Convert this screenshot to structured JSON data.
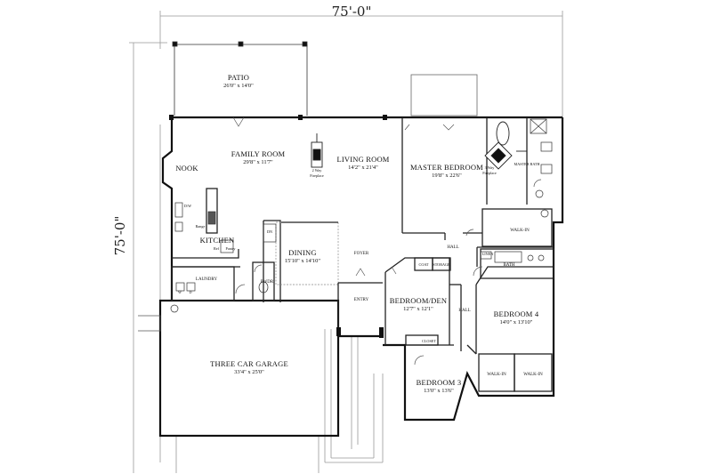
{
  "overall": {
    "width_label": "75'-0\"",
    "depth_label": "75'-0\""
  },
  "rooms": {
    "patio": {
      "name": "PATIO",
      "size": "26'0\" x 14'0\""
    },
    "family_room": {
      "name": "FAMILY ROOM",
      "size": "29'8\" x 11'7\""
    },
    "living_room": {
      "name": "LIVING ROOM",
      "size": "14'2\" x 21'4\""
    },
    "master_bedroom": {
      "name": "MASTER BEDROOM",
      "size": "19'8\" x 22'6\""
    },
    "nook": {
      "name": "NOOK"
    },
    "kitchen": {
      "name": "KITCHEN"
    },
    "dining": {
      "name": "DINING",
      "size": "15'10\" x 14'10\""
    },
    "foyer": {
      "name": "FOYER"
    },
    "entry": {
      "name": "ENTRY"
    },
    "laundry": {
      "name": "LAUNDRY"
    },
    "pwdr": {
      "name": "PWDR"
    },
    "garage": {
      "name": "THREE CAR GARAGE",
      "size": "33'4\" x 25'0\""
    },
    "bedroom_den": {
      "name": "BEDROOM/DEN",
      "size": "12'7\" x 12'1\""
    },
    "bedroom3": {
      "name": "BEDROOM 3",
      "size": "13'0\" x 13'6\""
    },
    "bedroom4": {
      "name": "BEDROOM 4",
      "size": "14'0\" x 13'10\""
    },
    "master_bath": {
      "name": "MASTER BATH"
    },
    "walk_in_master": {
      "name": "WALK-IN"
    },
    "bath": {
      "name": "BATH"
    },
    "linen": {
      "name": "LINEN"
    },
    "walk_in_b3": {
      "name": "WALK-IN"
    },
    "walk_in_b4": {
      "name": "WALK-IN"
    },
    "hall_upper": {
      "name": "HALL"
    },
    "hall_lower": {
      "name": "HALL"
    },
    "coat": {
      "name": "COAT"
    },
    "storage": {
      "name": "STORAGE"
    },
    "closet": {
      "name": "CLOSET"
    }
  },
  "fixtures": {
    "fireplace_2way": {
      "line1": "2 Way",
      "line2": "Fireplace"
    },
    "fireplace_3way": {
      "line1": "3 Way",
      "line2": "Fireplace"
    },
    "dw": "D/W",
    "range": "Range",
    "ref": "Ref",
    "pantry": "Pantry",
    "dn": "DN",
    "w": "W",
    "d": "D"
  },
  "colors": {
    "line": "#1a1a1a",
    "wall": "#111111",
    "dim": "#888888"
  }
}
